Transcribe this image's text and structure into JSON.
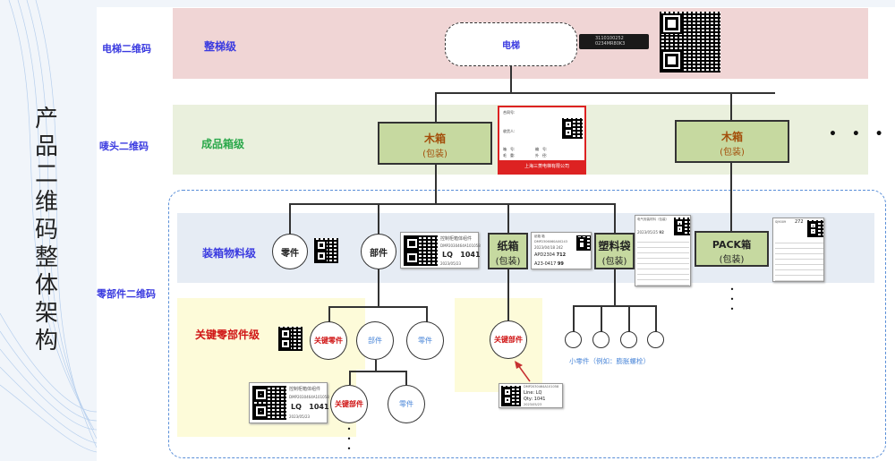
{
  "slide_title": [
    "产",
    "品",
    "二",
    "维",
    "码",
    "整",
    "体",
    "架",
    "构"
  ],
  "row_labels": {
    "elevator_qr": "电梯二维码",
    "marking_qr": "唛头二维码",
    "component_qr": "零部件二维码"
  },
  "bands": {
    "elevator_level": "整梯级",
    "finished_box_level": "成品箱级",
    "packing_material_level": "装箱物料级",
    "key_component_level": "关键零部件级"
  },
  "colors": {
    "elevator_band": "#f0d5d5",
    "box_band": "#eaf0dd",
    "packing_band": "#e6ecf4",
    "key_band": "#fdfbd9",
    "node_fill": "#c6d9a0",
    "label_blue": "#3a3ae0",
    "label_green": "#2aa84a",
    "label_red": "#d01515",
    "node_text_brown": "#a34e0a",
    "link_blue": "#4a86d8"
  },
  "nodes": {
    "elevator": "电梯",
    "wooden_box_1": {
      "title": "木箱",
      "sub": "(包装)"
    },
    "wooden_box_2": {
      "title": "木箱",
      "sub": "(包装)"
    },
    "part_circle": "零件",
    "component_circle": "部件",
    "carton": {
      "title": "纸箱",
      "sub": "(包装)"
    },
    "plastic_bag": {
      "title": "塑料袋",
      "sub": "(包装)"
    },
    "pack_box": {
      "title": "PACK箱",
      "sub": "(包装)"
    },
    "key_part": "关键零件",
    "sub_component": "部件",
    "sub_part": "零件",
    "key_component_1": "关键部件",
    "sub_part_2": "零件",
    "key_component_2": "关键部件",
    "small_parts_caption": "小零件（例如：膨胀螺栓）",
    "more": "• • •"
  },
  "elevator_tag": {
    "line1": "3110100252",
    "line2": "0234MR80K3"
  },
  "shipping_label": {
    "fields": [
      "合同号:",
      "收货人:",
      "箱　号:",
      "编　号:",
      "毛　重:",
      "外　径:"
    ],
    "footer": "上海三菱电梯有限公司"
  },
  "component_label": {
    "title": "控制柜箱体组件",
    "code": "DMP2030464A101058",
    "line": "LQ",
    "qty": "1041",
    "date": "2023/05/23"
  },
  "carton_label": {
    "title": "纸箱 箱",
    "code": "DMP2306060A00243",
    "date": "2023/04/18",
    "count": "242",
    "row2_key": "APD2304",
    "row2_val": "712",
    "row3_key": "A23-0417",
    "row3_val": "99"
  },
  "bag_label": {
    "title": "电气安装材料（包装）",
    "date": "2023/05/25",
    "count": "92"
  },
  "pack_label": {
    "title": "SJ9009",
    "count": "272"
  },
  "key_component_label": {
    "code": "DMP2030464A101058",
    "line": "Line: LQ",
    "qty": "Qty: 1041",
    "date": "2023/05/23"
  }
}
